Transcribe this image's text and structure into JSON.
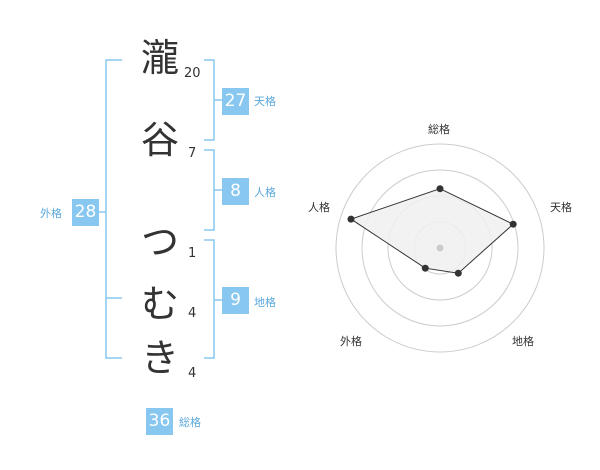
{
  "name": {
    "characters": [
      {
        "char": "瀧",
        "strokes": "20"
      },
      {
        "char": "谷",
        "strokes": "7"
      },
      {
        "char": "つ",
        "strokes": "1"
      },
      {
        "char": "む",
        "strokes": "4"
      },
      {
        "char": "き",
        "strokes": "4"
      }
    ]
  },
  "fortune": {
    "tenkaku": {
      "value": "27",
      "label": "天格"
    },
    "jinkaku": {
      "value": "8",
      "label": "人格"
    },
    "chikaku": {
      "value": "9",
      "label": "地格"
    },
    "gaikaku": {
      "value": "28",
      "label": "外格"
    },
    "soukaku": {
      "value": "36",
      "label": "総格"
    }
  },
  "radar": {
    "axes": [
      "総格",
      "天格",
      "地格",
      "外格",
      "人格"
    ],
    "levels": 4,
    "values": [
      0.57,
      0.74,
      0.3,
      0.24,
      0.9
    ],
    "colors": {
      "fill": "#f0f0f0",
      "stroke": "#333333",
      "ring": "#cccccc",
      "point": "#333333",
      "center": "#cccccc"
    }
  },
  "colors": {
    "accent": "#88c8f0",
    "bracket": "#88c8f0",
    "label": "#5aa8dc"
  }
}
